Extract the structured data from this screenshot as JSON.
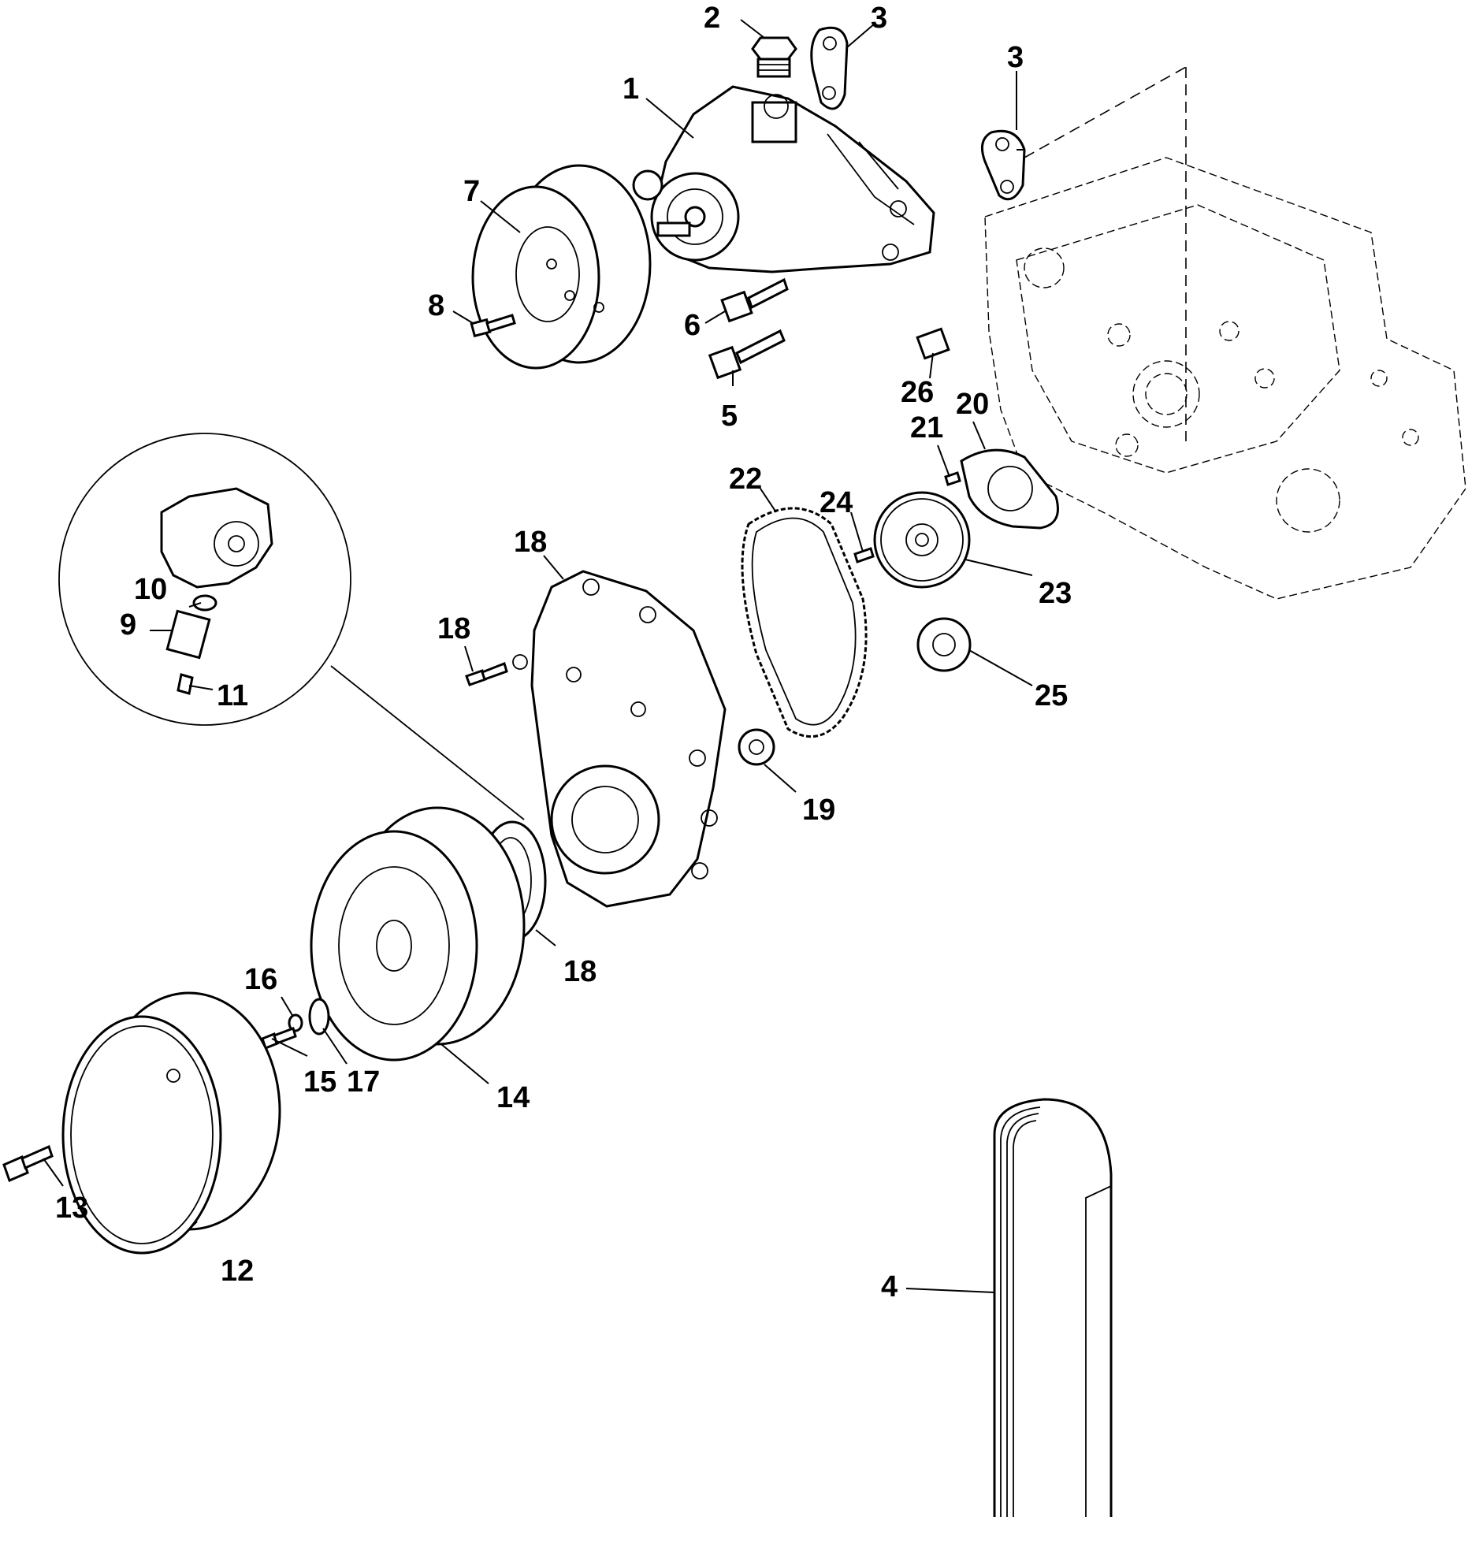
{
  "callouts": {
    "c1": "1",
    "c2": "2",
    "c3a": "3",
    "c3b": "3",
    "c4": "4",
    "c5": "5",
    "c6": "6",
    "c7": "7",
    "c8": "8",
    "c9": "9",
    "c10": "10",
    "c11": "11",
    "c12": "12",
    "c13": "13",
    "c14": "14",
    "c15": "15",
    "c16": "16",
    "c17": "17",
    "c18a": "18",
    "c18b": "18",
    "c18c": "18",
    "c19": "19",
    "c20": "20",
    "c21": "21",
    "c22": "22",
    "c23": "23",
    "c24": "24",
    "c25": "25",
    "c26": "26"
  }
}
